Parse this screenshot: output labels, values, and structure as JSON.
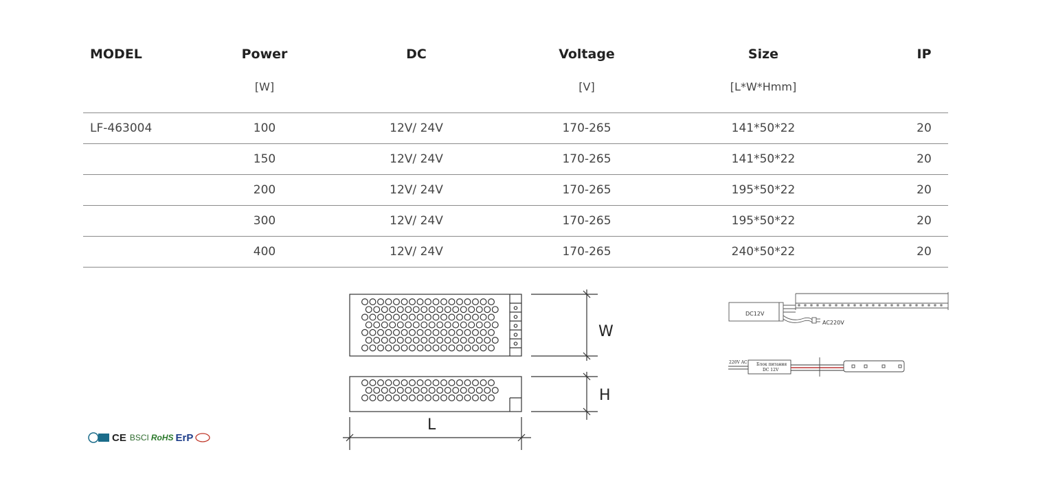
{
  "table": {
    "headers": [
      {
        "label": "MODEL",
        "unit": ""
      },
      {
        "label": "Power",
        "unit": "[W]"
      },
      {
        "label": "DC",
        "unit": ""
      },
      {
        "label": "Voltage",
        "unit": "[V]"
      },
      {
        "label": "Size",
        "unit": "[L*W*Hmm]"
      },
      {
        "label": "IP",
        "unit": ""
      }
    ],
    "rows": [
      {
        "model": "LF-463004",
        "power": "100",
        "dc": "12V/ 24V",
        "voltage": "170-265",
        "size": "141*50*22",
        "ip": "20"
      },
      {
        "model": "",
        "power": "150",
        "dc": "12V/ 24V",
        "voltage": "170-265",
        "size": "141*50*22",
        "ip": "20"
      },
      {
        "model": "",
        "power": "200",
        "dc": "12V/ 24V",
        "voltage": "170-265",
        "size": "195*50*22",
        "ip": "20"
      },
      {
        "model": "",
        "power": "300",
        "dc": "12V/ 24V",
        "voltage": "170-265",
        "size": "195*50*22",
        "ip": "20"
      },
      {
        "model": "",
        "power": "400",
        "dc": "12V/ 24V",
        "voltage": "170-265",
        "size": "240*50*22",
        "ip": "20"
      }
    ]
  },
  "dimensions": {
    "w": "W",
    "h": "H",
    "l": "L"
  },
  "wiring1": {
    "driver_label": "DC12V",
    "ac_label": "AC220V"
  },
  "wiring2": {
    "ac_label": "220V AC",
    "driver_line1": "Блок питания",
    "driver_line2": "DC 12V"
  },
  "certifications": [
    "CE",
    "BSCI",
    "RoHS",
    "ErP"
  ]
}
